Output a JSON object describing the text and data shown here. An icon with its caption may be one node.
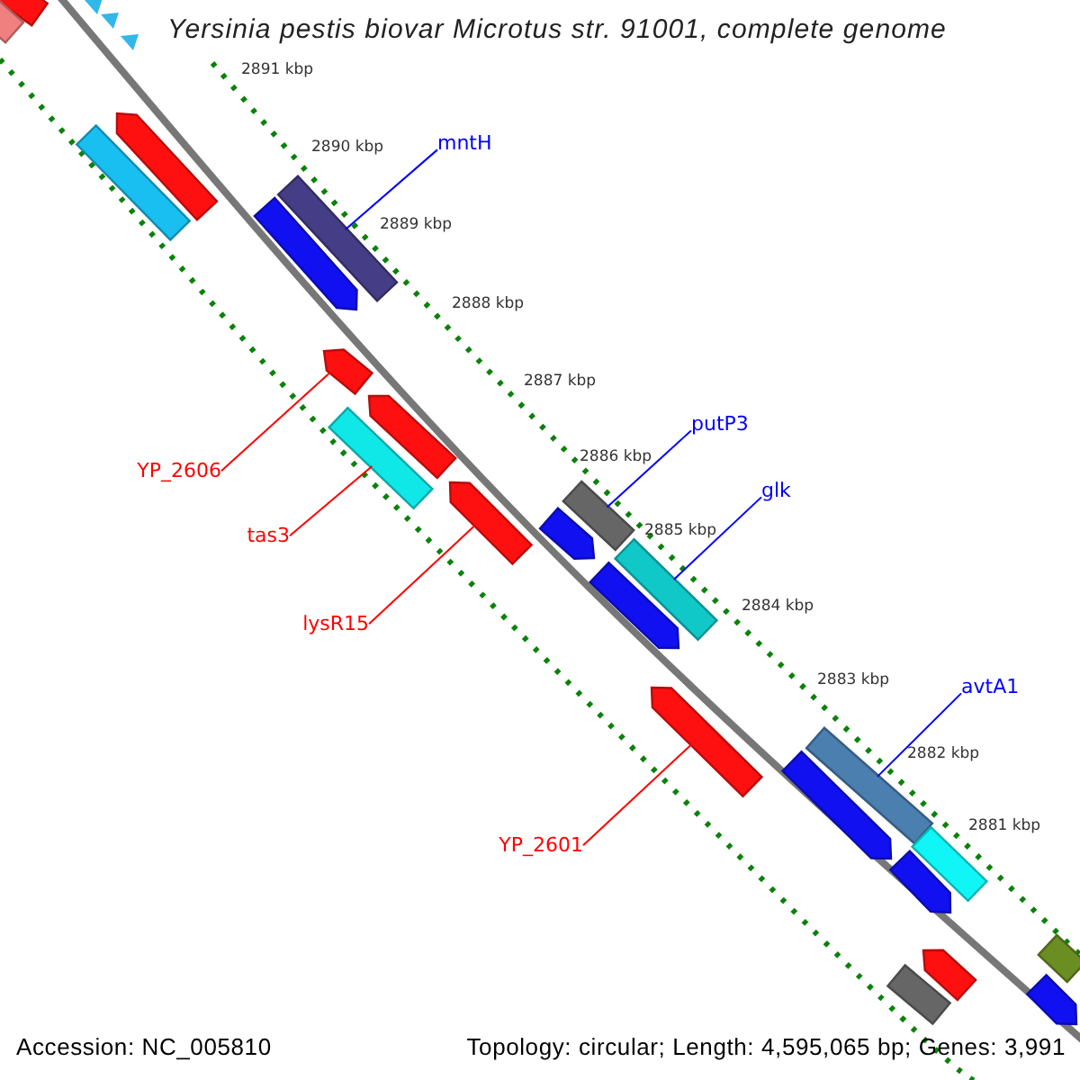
{
  "diagram": {
    "title": "Yersinia pestis biovar Microtus str. 91001, complete genome",
    "nodes": [
      {
        "text": [
          "mntH"
        ]
      },
      {
        "text": [
          "putP3"
        ]
      },
      {
        "text": [
          "glk"
        ]
      },
      {
        "text": [
          "avtA1"
        ]
      },
      {
        "text": [
          "YP_2606"
        ]
      },
      {
        "text": [
          "tas3"
        ]
      },
      {
        "text": [
          "lysR15"
        ]
      },
      {
        "text": [
          "YP_2601"
        ]
      },
      {
        "text": [],
        "shape": "arrow"
      },
      {
        "text": [],
        "shape": "bar"
      },
      {
        "text": [],
        "shape": "triangle"
      },
      {
        "text": [],
        "shape": "triangle"
      },
      {
        "text": [],
        "shape": "triangle"
      },
      {
        "text": [],
        "shape": "arrow"
      },
      {
        "text": [],
        "shape": "bar"
      },
      {
        "text": [],
        "shape": "bar"
      },
      {
        "text": [],
        "shape": "arrow"
      },
      {
        "text": [],
        "shape": "arrow"
      },
      {
        "text": [],
        "shape": "arrow"
      },
      {
        "text": [],
        "shape": "bar"
      },
      {
        "text": [],
        "shape": "arrow"
      },
      {
        "text": [],
        "shape": "bar"
      },
      {
        "text": [],
        "shape": "arrow"
      },
      {
        "text": [],
        "shape": "bar"
      },
      {
        "text": [],
        "shape": "arrow"
      },
      {
        "text": [],
        "shape": "arrow"
      },
      {
        "text": [],
        "shape": "bar"
      },
      {
        "text": [],
        "shape": "arrow"
      },
      {
        "text": [],
        "shape": "bar"
      },
      {
        "text": [],
        "shape": "arrow"
      },
      {
        "text": [],
        "shape": "arrow"
      },
      {
        "text": [],
        "shape": "bar"
      },
      {
        "text": [],
        "shape": "bar"
      },
      {
        "text": [],
        "shape": "arrow"
      }
    ],
    "edges": [
      {
        "from": 0,
        "to": 15,
        "arrow": "none",
        "color": "#0000ff"
      },
      {
        "from": 1,
        "to": 21,
        "arrow": "none",
        "color": "#0000ff"
      },
      {
        "from": 2,
        "to": 23,
        "arrow": "none",
        "color": "#0000ff"
      },
      {
        "from": 3,
        "to": 26,
        "arrow": "none",
        "color": "#0000ff"
      },
      {
        "from": 4,
        "to": 17,
        "arrow": "none",
        "color": "#ff0000"
      },
      {
        "from": 5,
        "to": 19,
        "arrow": "none",
        "color": "#ff0000"
      },
      {
        "from": 6,
        "to": 20,
        "arrow": "none",
        "color": "#ff0000"
      },
      {
        "from": 7,
        "to": 25,
        "arrow": "none",
        "color": "#ff0000"
      }
    ],
    "labels": [
      "2891 kbp",
      "2890 kbp",
      "2889 kbp",
      "2888 kbp",
      "2887 kbp",
      "2886 kbp",
      "2885 kbp",
      "2884 kbp",
      "2883 kbp",
      "2882 kbp",
      "2881 kbp",
      "Accession: NC_005810",
      "Topology: circular; Length: 4,595,065 bp; Genes: 3,991"
    ]
  }
}
